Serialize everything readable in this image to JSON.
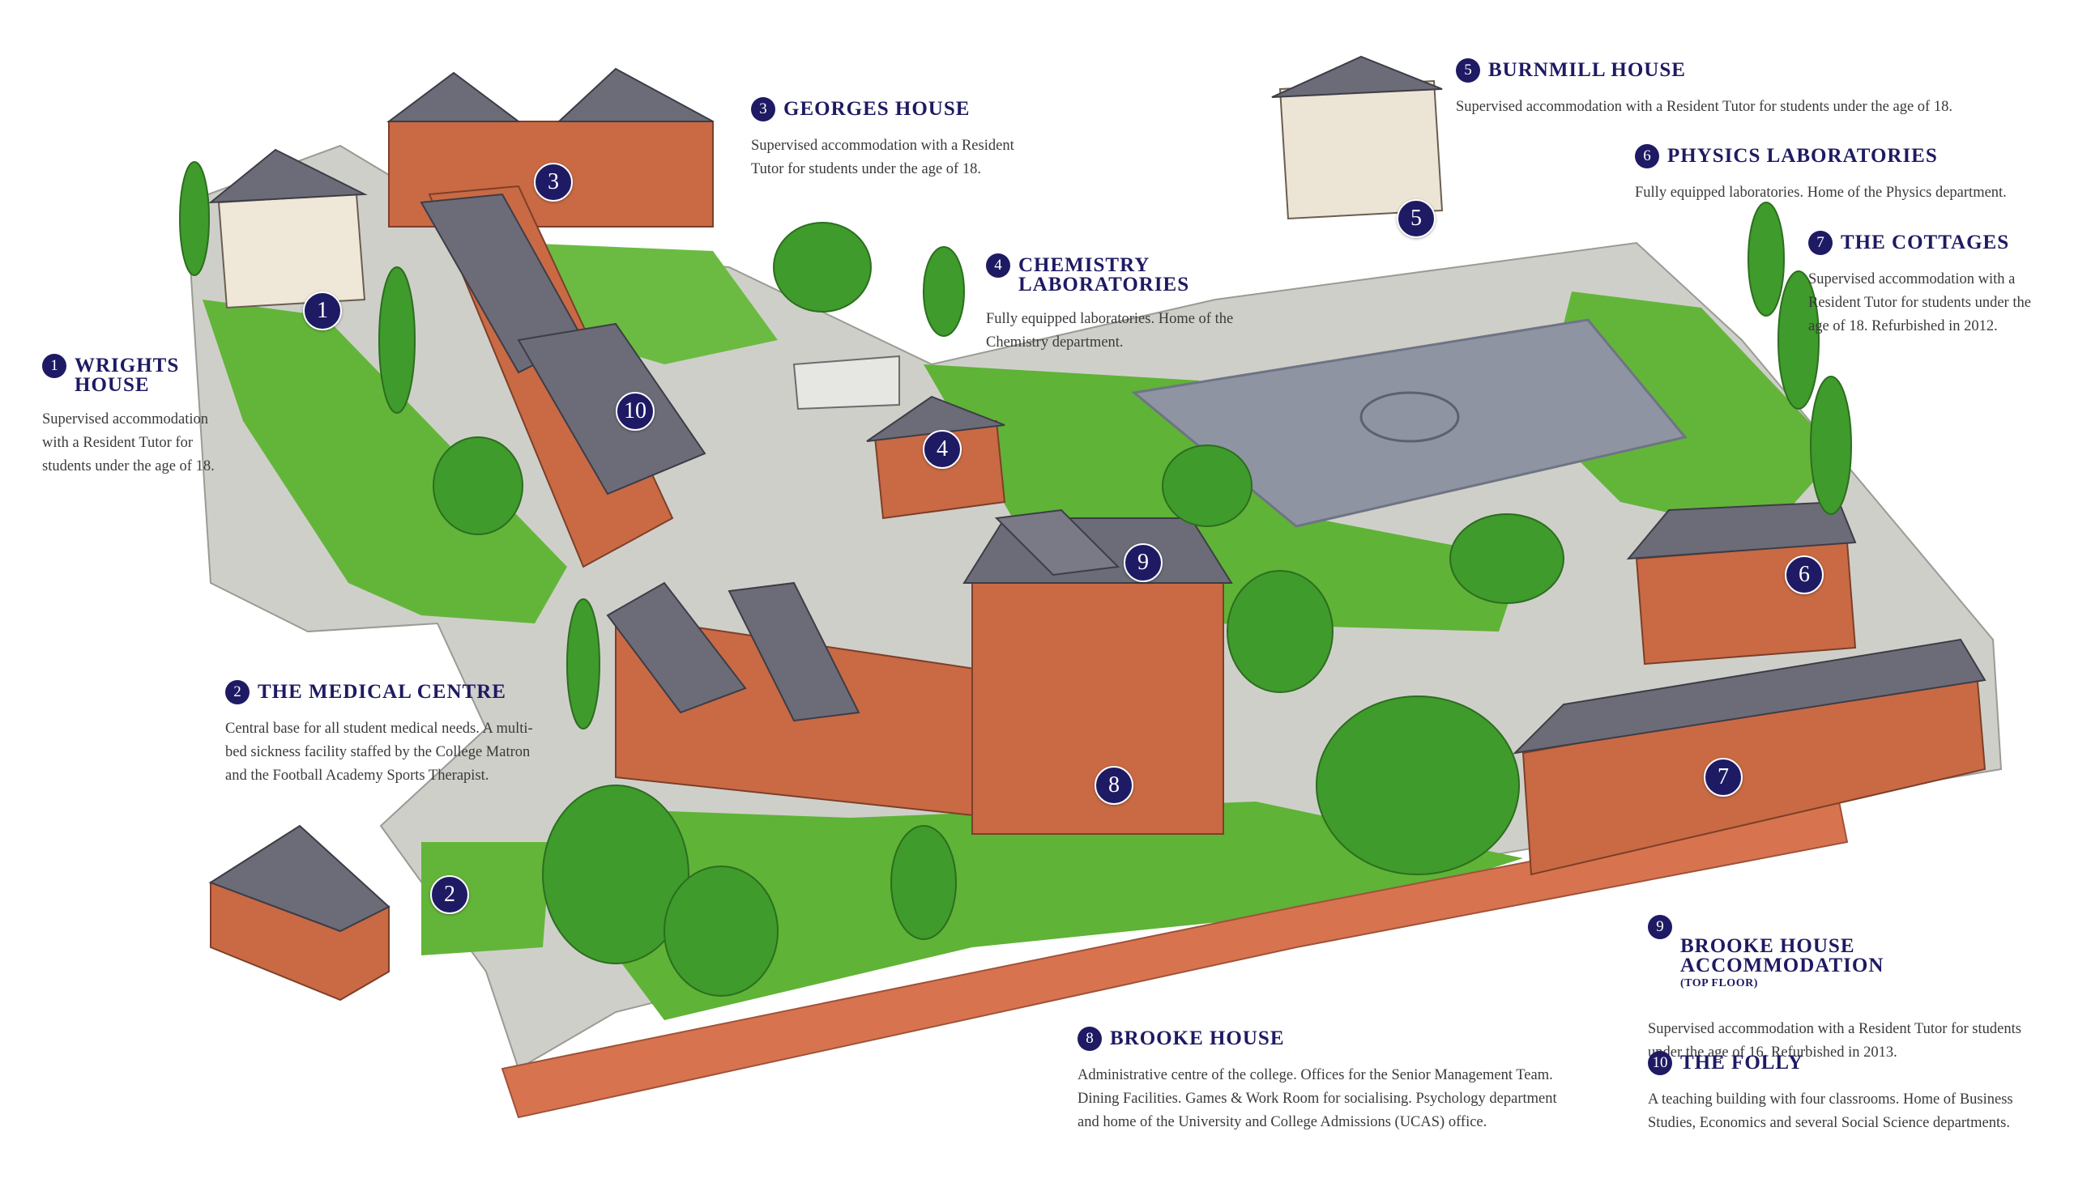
{
  "colors": {
    "brand": "#1e1a63",
    "grass": "#5fb336",
    "brick": "#c96a45",
    "roof": "#6c6c78",
    "path": "#c9c9c4",
    "court": "#8f94a3"
  },
  "locations": [
    {
      "number": "1",
      "name": "WRIGHTS\nHOUSE",
      "sub": "",
      "description": "Supervised accommodation\nwith a Resident Tutor for\nstudents under the age of 18."
    },
    {
      "number": "2",
      "name": "THE MEDICAL CENTRE",
      "sub": "",
      "description": "Central base for all student medical needs. A multi-\nbed sickness facility staffed by the College Matron\nand the Football Academy Sports Therapist."
    },
    {
      "number": "3",
      "name": "GEORGES HOUSE",
      "sub": "",
      "description": "Supervised accommodation with a Resident\nTutor for students under the age of 18."
    },
    {
      "number": "4",
      "name": "CHEMISTRY LABORATORIES",
      "sub": "",
      "description": "Fully equipped laboratories. Home of the\nChemistry department."
    },
    {
      "number": "5",
      "name": "BURNMILL HOUSE",
      "sub": "",
      "description": "Supervised accommodation with a Resident Tutor for students under the age of 18."
    },
    {
      "number": "6",
      "name": "PHYSICS LABORATORIES",
      "sub": "",
      "description": "Fully equipped laboratories. Home of the Physics department."
    },
    {
      "number": "7",
      "name": "THE COTTAGES",
      "sub": "",
      "description": "Supervised accommodation with a\nResident Tutor for students under the\nage of 18. Refurbished in 2012."
    },
    {
      "number": "8",
      "name": "BROOKE HOUSE",
      "sub": "",
      "description": "Administrative centre of the college. Offices for the Senior Management Team.\nDining Facilities. Games & Work Room for socialising. Psychology department\nand home of the University and College Admissions (UCAS) office."
    },
    {
      "number": "9",
      "name": "BROOKE HOUSE ACCOMMODATION",
      "sub": "(TOP FLOOR)",
      "description": "Supervised accommodation with a Resident Tutor for students\nunder the age of 16. Refurbished in 2013."
    },
    {
      "number": "10",
      "name": "THE FOLLY",
      "sub": "",
      "description": "A teaching building with four classrooms. Home of Business\nStudies, Economics and several Social Science departments."
    }
  ],
  "map_markers": [
    {
      "number": "1",
      "label": "wrights-house"
    },
    {
      "number": "2",
      "label": "medical-centre"
    },
    {
      "number": "3",
      "label": "georges-house"
    },
    {
      "number": "4",
      "label": "chemistry-laboratories"
    },
    {
      "number": "5",
      "label": "burnmill-house"
    },
    {
      "number": "6",
      "label": "physics-laboratories"
    },
    {
      "number": "7",
      "label": "the-cottages"
    },
    {
      "number": "8",
      "label": "brooke-house"
    },
    {
      "number": "9",
      "label": "brooke-house-accommodation"
    },
    {
      "number": "10",
      "label": "the-folly"
    }
  ]
}
